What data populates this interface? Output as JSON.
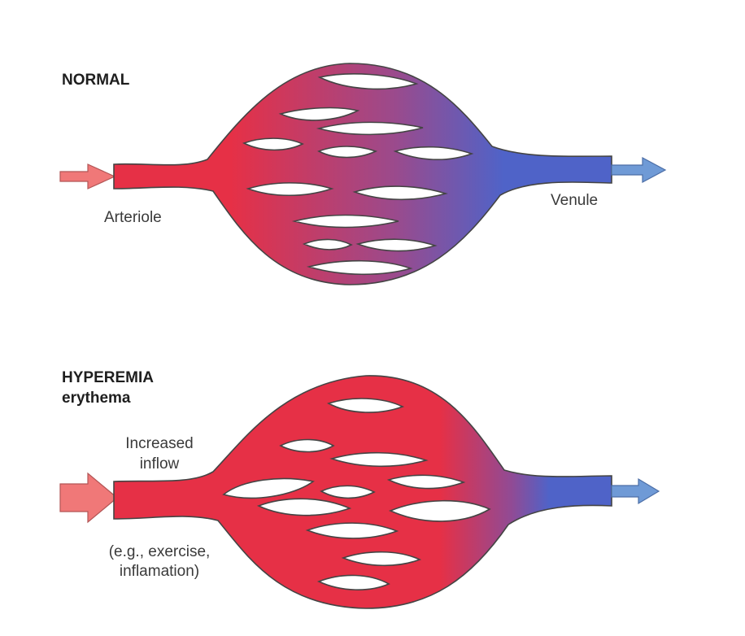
{
  "colors": {
    "arterial": "#e63046",
    "venous": "#4f63c8",
    "inflow_arrow": "#f07878",
    "outflow_arrow": "#6f9ad6",
    "vessel_outline": "#444444",
    "background": "#ffffff"
  },
  "normal": {
    "title": "NORMAL",
    "arteriole_label": "Arteriole",
    "venule_label": "Venule"
  },
  "hyperemia": {
    "title": "HYPEREMIA",
    "subtitle": "erythema",
    "inflow_label_line1": "Increased",
    "inflow_label_line2": "inflow",
    "cause_label_line1": "(e.g., exercise,",
    "cause_label_line2": "inflamation)"
  }
}
